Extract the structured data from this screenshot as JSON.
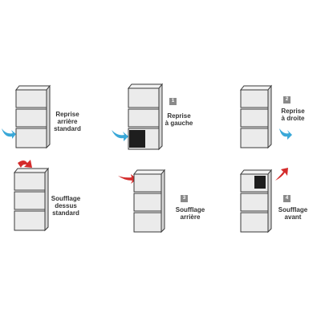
{
  "colors": {
    "unit_face": "#ebebeb",
    "unit_side": "#d6d6d6",
    "unit_stroke": "#3a3a3a",
    "intake_arrow": "#3aa8d8",
    "outlet_arrow": "#d42b2b",
    "filter_panel": "#1e1e1e",
    "badge": "#8a8a8a"
  },
  "configurations": [
    {
      "badge": "",
      "label": "Reprise\narrière\nstandard",
      "arrow": "intake-blue-arrow"
    },
    {
      "badge": "1",
      "label": "Reprise\nà gauche",
      "arrow": "intake-blue-arrow"
    },
    {
      "badge": "2",
      "label": "Reprise\nà droite",
      "arrow": "intake-blue-arrow"
    },
    {
      "badge": "",
      "label": "Soufflage\ndessus\nstandard",
      "arrow": "outlet-red-arrow"
    },
    {
      "badge": "3",
      "label": "Soufflage\narrière",
      "arrow": "outlet-red-arrow"
    },
    {
      "badge": "4",
      "label": "Soufflage\navant",
      "arrow": "outlet-red-arrow"
    }
  ]
}
